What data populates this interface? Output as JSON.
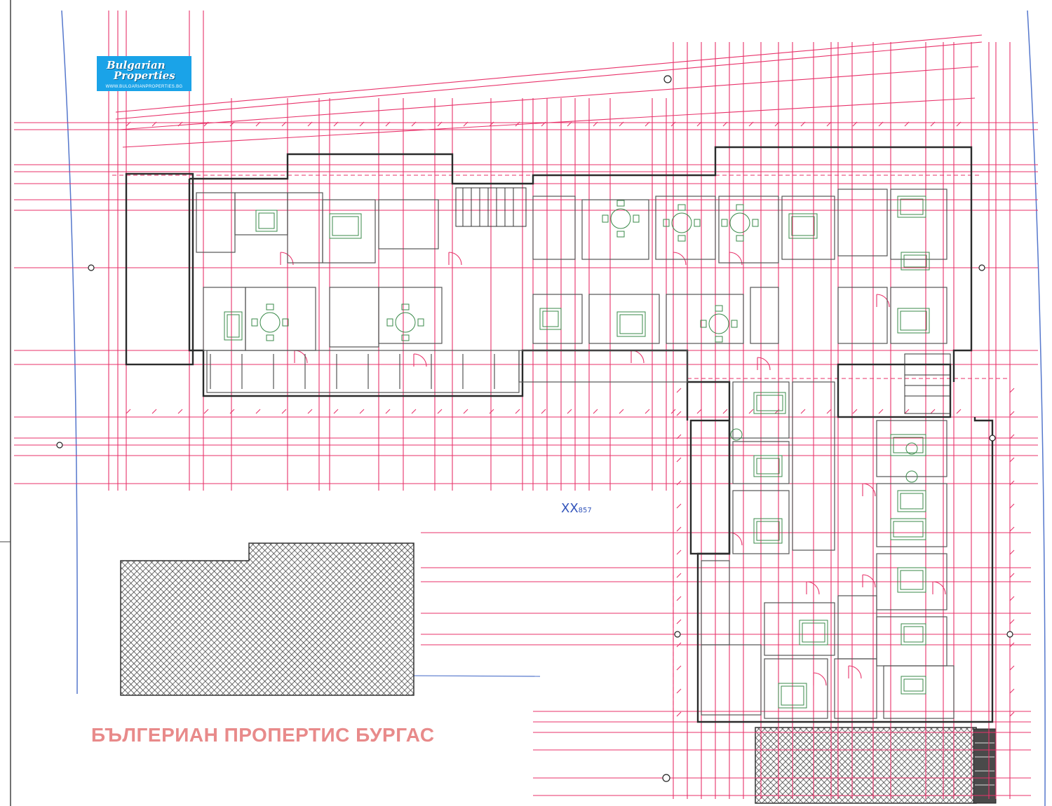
{
  "logo": {
    "line1": "Bulgarian",
    "line2": "Properties",
    "url": "WWW.BULGARIANPROPERTIES.BG"
  },
  "caption": "БЪЛГЕРИАН ПРОПЕРТИС БУРГАС",
  "plots": {
    "main_label": "XX",
    "main_sub": "857"
  },
  "colors": {
    "redline": "#e8326a",
    "wall": "#2b2b2b",
    "furniture": "#3a8a4a",
    "hatch": "#333333",
    "caption": "#e88a8a",
    "logo_bg": "#1aa3e8"
  }
}
